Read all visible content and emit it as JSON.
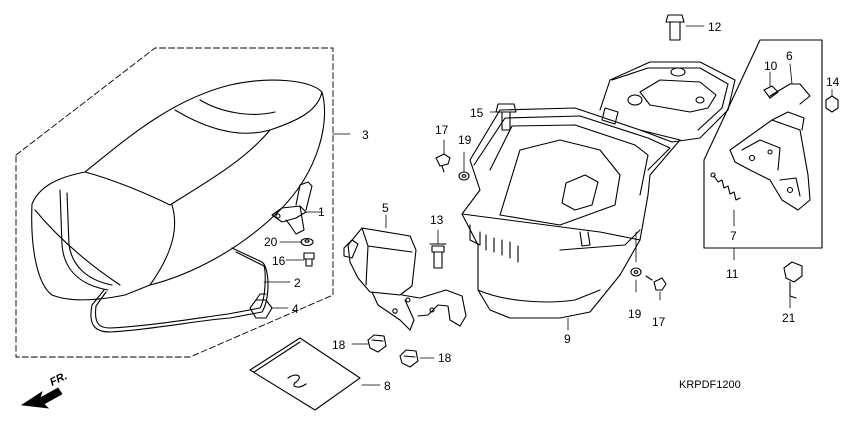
{
  "callouts": {
    "c1": "1",
    "c2": "2",
    "c3": "3",
    "c4": "4",
    "c5": "5",
    "c6": "6",
    "c7": "7",
    "c8": "8",
    "c9": "9",
    "c10": "10",
    "c11": "11",
    "c12": "12",
    "c13": "13",
    "c14": "14",
    "c15": "15",
    "c16": "16",
    "c17a": "17",
    "c17b": "17",
    "c18a": "18",
    "c18b": "18",
    "c19a": "19",
    "c19b": "19",
    "c20": "20",
    "c21": "21"
  },
  "direction_label": "FR.",
  "diagram_code": "KRPDF1200"
}
